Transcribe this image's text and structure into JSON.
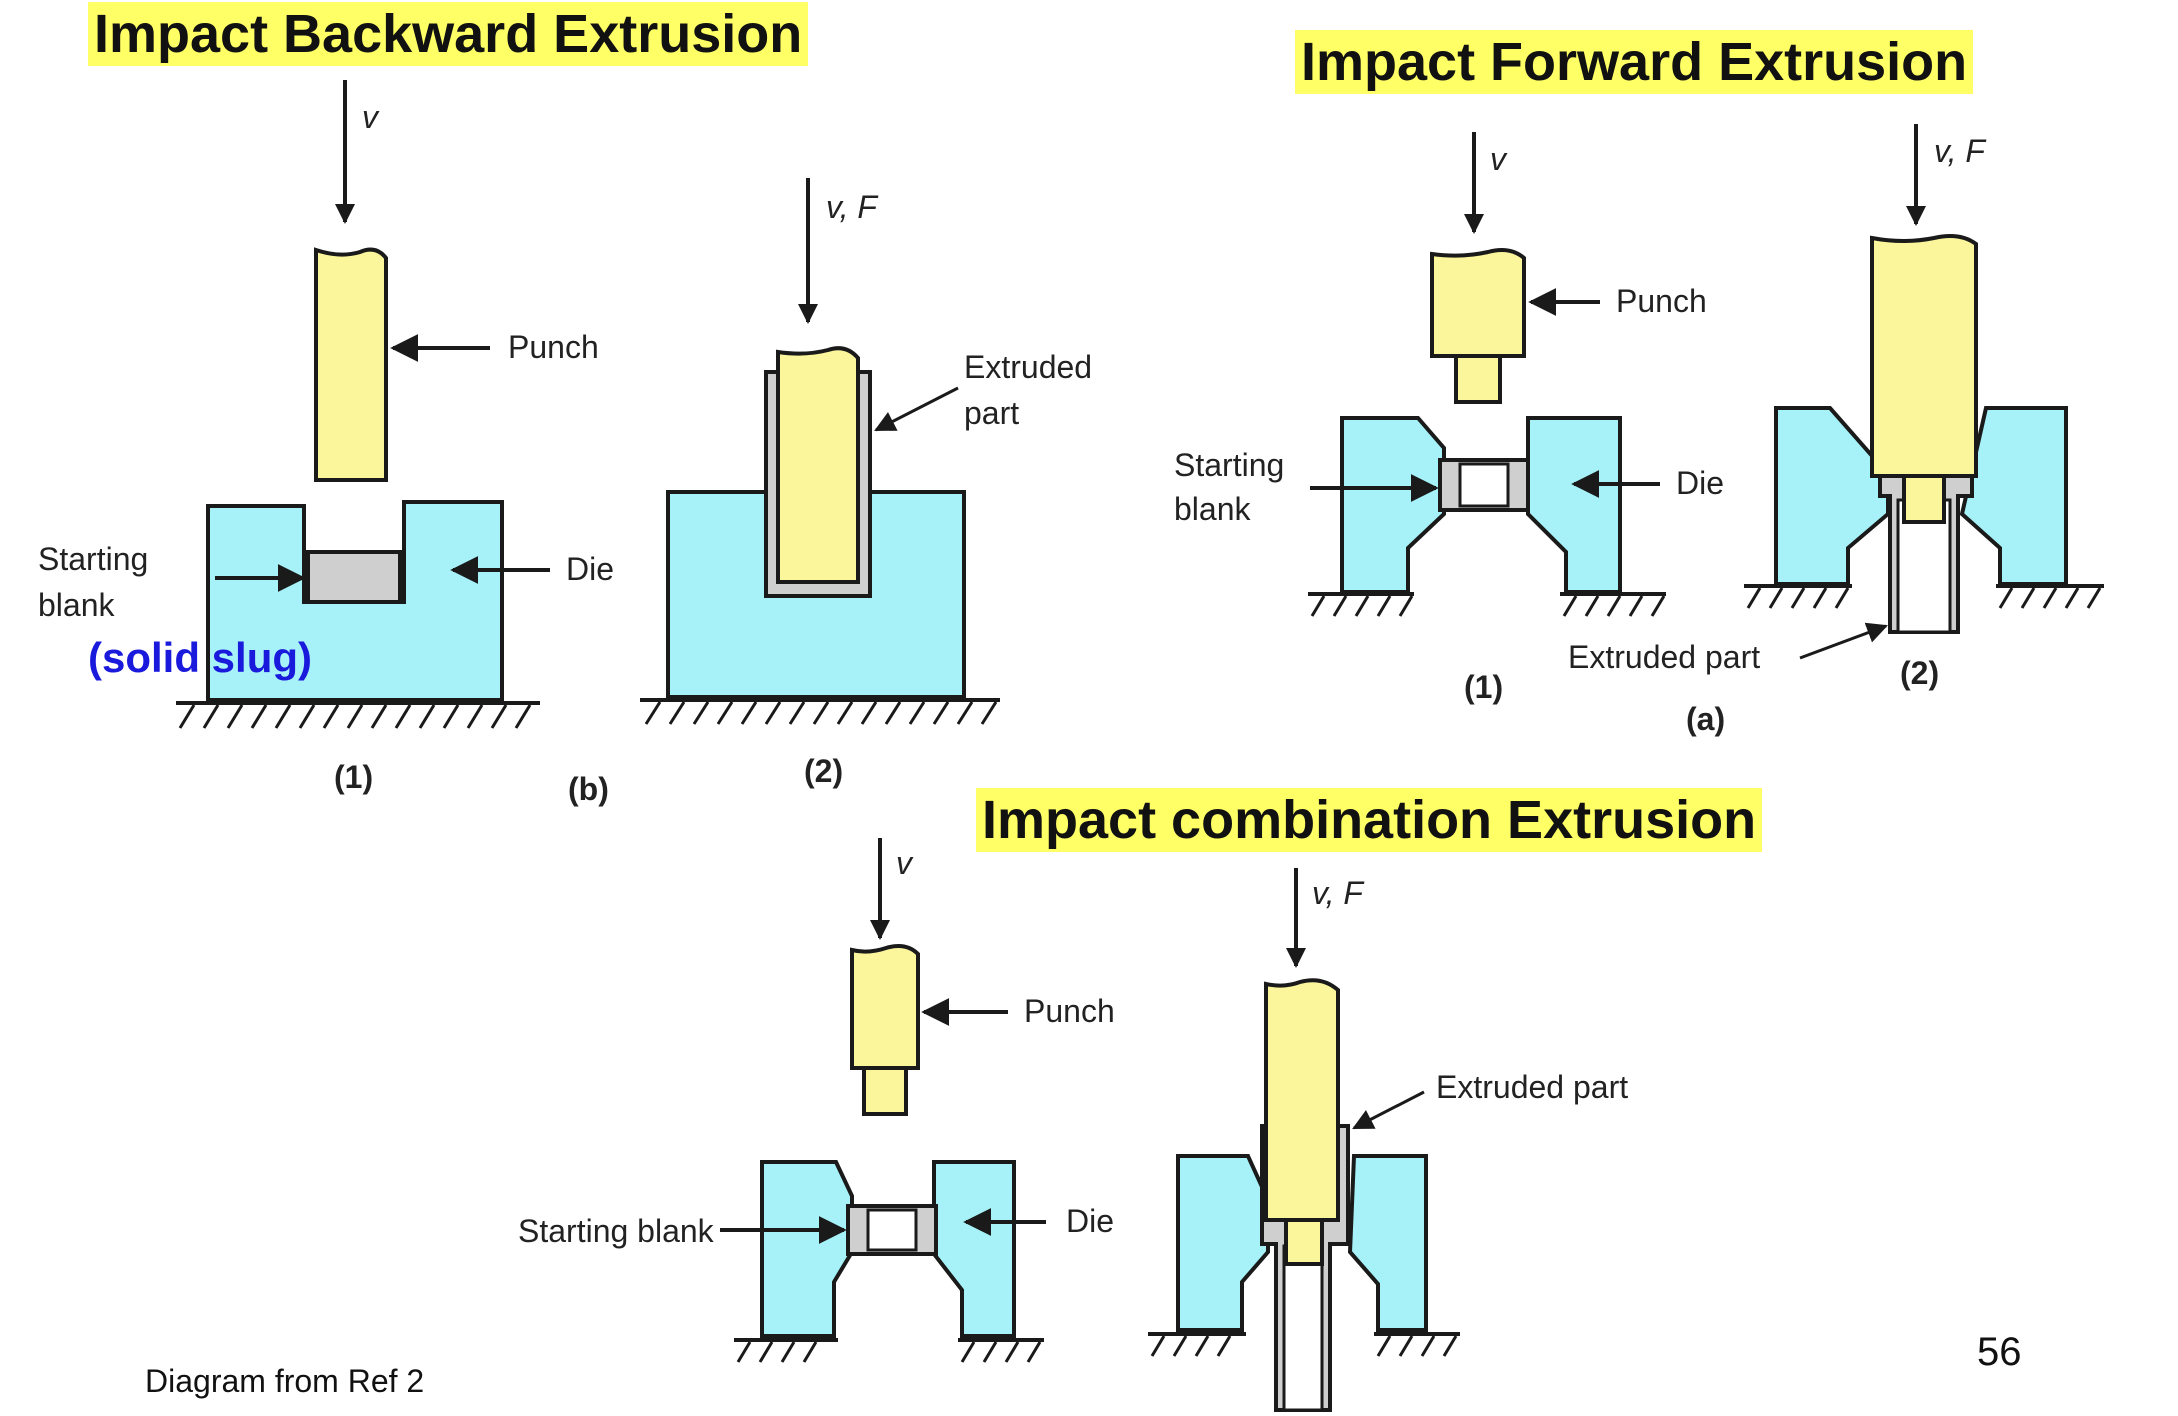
{
  "titles": {
    "backward": "Impact Backward Extrusion",
    "forward": "Impact Forward Extrusion",
    "combination": "Impact combination Extrusion"
  },
  "labels": {
    "v": "v",
    "vf": "v, F",
    "punch": "Punch",
    "die": "Die",
    "starting": "Starting",
    "blank": "blank",
    "starting_blank": "Starting blank",
    "extruded": "Extruded",
    "part": "part",
    "extruded_part": "Extruded part",
    "solid_slug": "(solid slug)",
    "step1": "(1)",
    "step2": "(2)",
    "fig_a": "(a)",
    "fig_b": "(b)"
  },
  "footer": {
    "reference": "Diagram from Ref 2",
    "page_number": "56"
  },
  "colors": {
    "title_highlight": "#ffff66",
    "die": "#a6f2f8",
    "punch": "#fbf59c",
    "blank": "#cfcfcf",
    "note_text": "#1a1adc"
  }
}
